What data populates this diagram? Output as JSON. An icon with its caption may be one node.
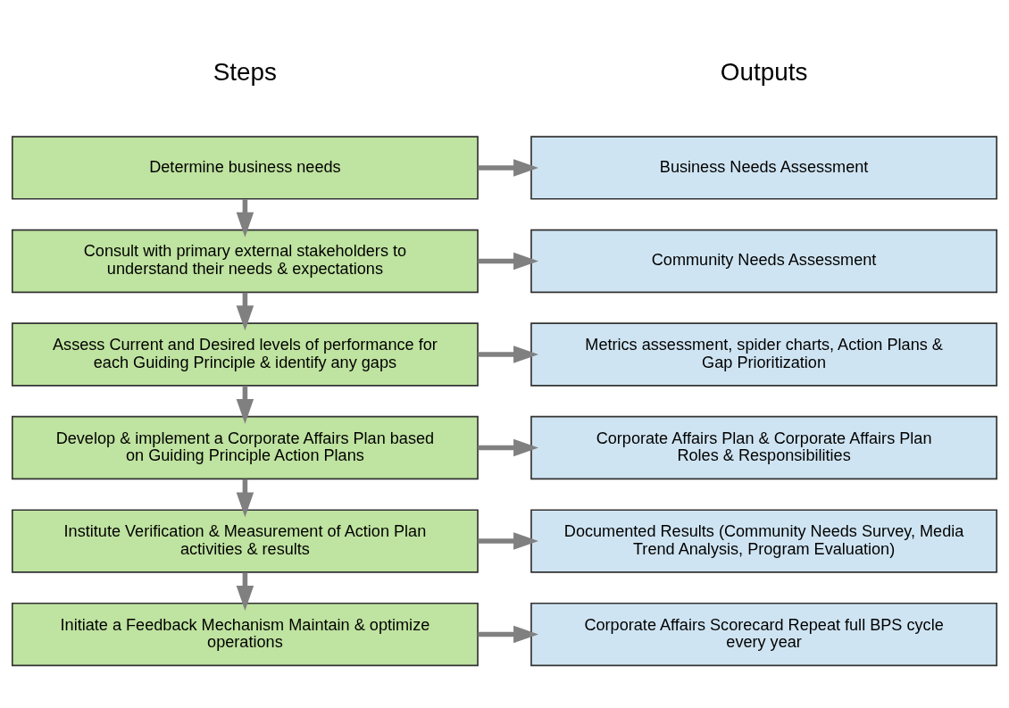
{
  "diagram": {
    "nodes": [
      {
        "text": [
          "Determine business needs"
        ]
      },
      {
        "text": [
          "Business Needs Assessment"
        ]
      },
      {
        "text": [
          "Consult with primary external stakeholders to understand their needs & expectations"
        ]
      },
      {
        "text": [
          "Community Needs Assessment"
        ]
      },
      {
        "text": [
          "Assess Current and Desired levels of performance for each Guiding Principle & identify any gaps"
        ]
      },
      {
        "text": [
          "Metrics assessment, spider charts, Action Plans & Gap Prioritization"
        ]
      },
      {
        "text": [
          "Develop & implement a Corporate Affairs Plan based on Guiding Principle Action Plans"
        ]
      },
      {
        "text": [
          "Corporate Affairs Plan & Corporate Affairs Plan Roles & Responsibilities"
        ]
      },
      {
        "text": [
          "Institute Verification & Measurement of Action Plan activities & results"
        ]
      },
      {
        "text": [
          "Documented Results (Community Needs Survey, Media Trend Analysis, Program Evaluation)"
        ]
      },
      {
        "text": [
          "Initiate a Feedback Mechanism Maintain & optimize operations"
        ]
      },
      {
        "text": [
          "Corporate Affairs Scorecard Repeat full BPS cycle every year"
        ]
      }
    ],
    "edges": [
      {
        "from": 0,
        "to": 1,
        "arrow": "to"
      },
      {
        "from": 0,
        "to": 2,
        "arrow": "to"
      },
      {
        "from": 2,
        "to": 3,
        "arrow": "to"
      },
      {
        "from": 2,
        "to": 4,
        "arrow": "to"
      },
      {
        "from": 4,
        "to": 5,
        "arrow": "to"
      },
      {
        "from": 4,
        "to": 6,
        "arrow": "to"
      },
      {
        "from": 6,
        "to": 7,
        "arrow": "to"
      },
      {
        "from": 6,
        "to": 8,
        "arrow": "to"
      },
      {
        "from": 8,
        "to": 9,
        "arrow": "to"
      },
      {
        "from": 8,
        "to": 10,
        "arrow": "to"
      },
      {
        "from": 10,
        "to": 11,
        "arrow": "to"
      }
    ],
    "labels": [
      "Steps",
      "Outputs"
    ]
  }
}
